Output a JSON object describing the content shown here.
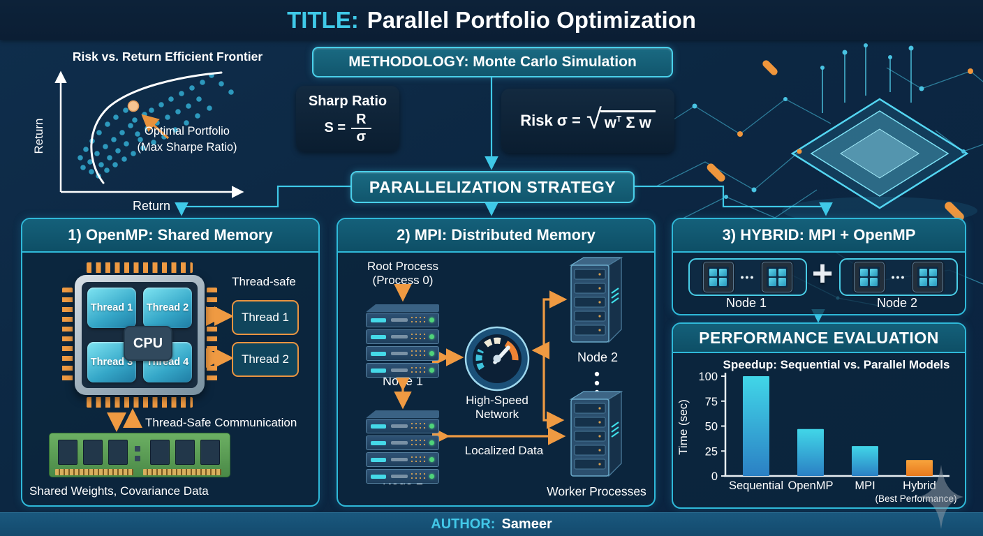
{
  "title": {
    "prefix": "TITLE:",
    "text": "Parallel Portfolio Optimization"
  },
  "footer": {
    "prefix": "AUTHOR:",
    "text": "Sameer"
  },
  "methodology": {
    "label": "METHODOLOGY: Monte Carlo Simulation"
  },
  "strategy": {
    "label": "PARALLELIZATION STRATEGY"
  },
  "formulas": {
    "sharpe": {
      "title": "Sharp Ratio",
      "lhs": "S =",
      "numerator": "R",
      "denominator": "σ"
    },
    "risk": {
      "lead": "Risk σ =",
      "radicand_w": "w",
      "radicand_sup": "T",
      "radicand_rest": " Σ w"
    }
  },
  "panels": {
    "openmp": {
      "header": "1) OpenMP: Shared Memory",
      "cpu_label": "CPU",
      "threads": [
        "Thread 1",
        "Thread 2",
        "Thread 3",
        "Thread 4"
      ],
      "threadsafe_label": "Thread-safe",
      "side_threads": [
        "Thread 1",
        "Thread 2"
      ],
      "comm_label": "Thread-Safe Communication",
      "memory_caption": "Shared Weights, Covariance Data"
    },
    "mpi": {
      "header": "2) MPI: Distributed Memory",
      "root_label": "Root Process\n(Process 0)",
      "rack_node1": "Node 1",
      "rack_node2": "Node 2",
      "network_label": "High-Speed\nNetwork",
      "tower_node2": "Node 2",
      "localized": "Localized Data",
      "workers": "Worker Processes"
    },
    "hybrid": {
      "header": "3) HYBRID: MPI + OpenMP",
      "plus": "+",
      "dots": "•••",
      "node1": "Node 1",
      "node2": "Node 2"
    }
  },
  "performance": {
    "header": "PERFORMANCE EVALUATION"
  },
  "chart_data": [
    {
      "type": "scatter",
      "title": "Risk vs. Return Efficient Frontier",
      "xlabel": "Return",
      "ylabel": "Return",
      "annotation": [
        "Optimal Portfolio",
        "(Max Sharpe Ratio)"
      ],
      "optimal_point": [
        156,
        92
      ],
      "point_color": "#2f9fc4",
      "optimal_color": "#f6c492",
      "frontier": "white curved efficient-frontier line",
      "points": [
        [
          268,
          48
        ],
        [
          282,
          60
        ],
        [
          296,
          72
        ],
        [
          255,
          58
        ],
        [
          240,
          66
        ],
        [
          225,
          74
        ],
        [
          210,
          82
        ],
        [
          196,
          90
        ],
        [
          182,
          98
        ],
        [
          250,
          82
        ],
        [
          235,
          92
        ],
        [
          220,
          100
        ],
        [
          205,
          108
        ],
        [
          190,
          116
        ],
        [
          176,
          124
        ],
        [
          162,
          132
        ],
        [
          265,
          95
        ],
        [
          248,
          106
        ],
        [
          232,
          116
        ],
        [
          216,
          126
        ],
        [
          200,
          136
        ],
        [
          185,
          144
        ],
        [
          170,
          152
        ],
        [
          156,
          160
        ],
        [
          143,
          168
        ],
        [
          130,
          176
        ],
        [
          118,
          184
        ],
        [
          106,
          192
        ],
        [
          152,
          120
        ],
        [
          140,
          130
        ],
        [
          128,
          140
        ],
        [
          116,
          150
        ],
        [
          104,
          160
        ],
        [
          94,
          172
        ],
        [
          146,
          146
        ],
        [
          134,
          156
        ],
        [
          122,
          166
        ],
        [
          110,
          176
        ],
        [
          166,
          140
        ],
        [
          158,
          112
        ],
        [
          172,
          104
        ],
        [
          96,
          186
        ],
        [
          84,
          180
        ],
        [
          145,
          98
        ],
        [
          131,
          108
        ],
        [
          119,
          118
        ],
        [
          107,
          130
        ],
        [
          97,
          142
        ],
        [
          88,
          154
        ],
        [
          80,
          166
        ]
      ]
    },
    {
      "type": "bar",
      "title": "Speedup: Sequential vs. Parallel Models",
      "categories": [
        "Sequential",
        "OpenMP",
        "MPI",
        "Hybrid"
      ],
      "values": [
        100,
        47,
        30,
        16
      ],
      "ylabel": "Time (sec)",
      "yticks": [
        0,
        25,
        50,
        75,
        100
      ],
      "ylim": [
        0,
        100
      ],
      "bar_colors": [
        "#3bc8dc",
        "#35b9d4",
        "#35b9d4",
        "#f08c28"
      ],
      "last_bar_note": "(Best Performance)",
      "grid": false,
      "legend": false
    }
  ],
  "colors": {
    "accent_cyan": "#3fc9e8",
    "accent_orange": "#ef9a42",
    "panel_border": "#2fb9d9",
    "teal_fill": "#14607a",
    "background": "#0c2742",
    "bar_cyan_top": "#41d6e8",
    "bar_cyan_bottom": "#2b80c4",
    "bar_orange": "#f08c28"
  }
}
